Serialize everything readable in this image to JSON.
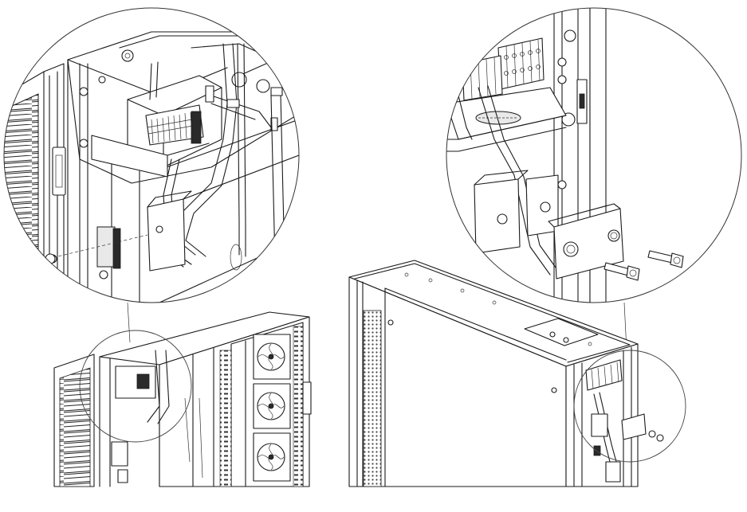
{
  "figure": {
    "panels": [
      {
        "name": "left-assembly",
        "callout": "detail-left"
      },
      {
        "name": "right-assembly",
        "callout": "detail-right"
      }
    ]
  },
  "colors": {
    "line": "#1a1a1a",
    "fill": "#ffffff",
    "shade": "#e9e9e9",
    "dark": "#2a2a2a"
  }
}
